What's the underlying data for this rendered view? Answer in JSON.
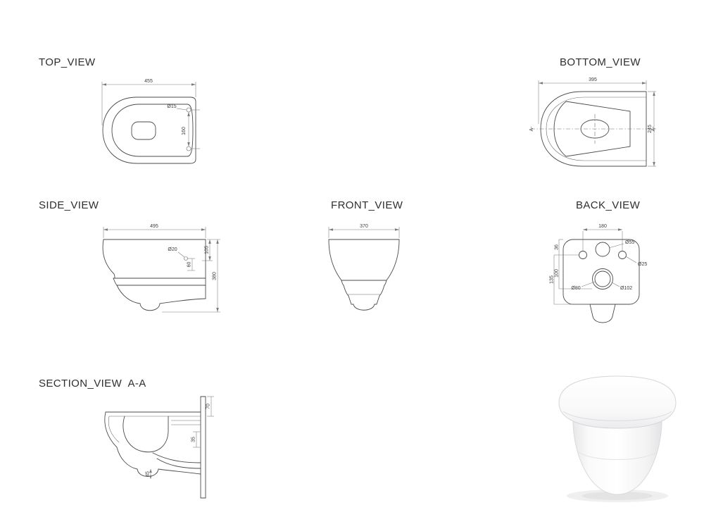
{
  "sheet": {
    "background": "#ffffff",
    "line_color": "#4b4b4b"
  },
  "views": {
    "top": {
      "title": "TOP_VIEW",
      "dim_width": "455",
      "dim_height": "160",
      "hole_label": "Ø15"
    },
    "bottom": {
      "title": "BOTTOM_VIEW",
      "dim_width": "395",
      "dim_height": "245",
      "section_marker_left": "A-",
      "section_marker_right": "A-"
    },
    "side": {
      "title": "SIDE_VIEW",
      "dim_width": "495",
      "hole_label": "Ø20",
      "dim_upper": "105",
      "dim_fixing": "60",
      "dim_height": "380"
    },
    "front": {
      "title": "FRONT_VIEW",
      "dim_width": "370"
    },
    "back": {
      "title": "BACK_VIEW",
      "dim_width": "180",
      "hole_top": "Ø55",
      "hole_side": "Ø25",
      "dim_left_upper": "36",
      "dim_left_outer": "135",
      "dim_left_inner": "100",
      "outlet_inner": "Ø80",
      "outlet_outer": "Ø102"
    },
    "section": {
      "title": "SECTION_VIEW  A-A",
      "dim_top": "70",
      "dim_mid": "35",
      "dim_bottom": "45"
    }
  }
}
